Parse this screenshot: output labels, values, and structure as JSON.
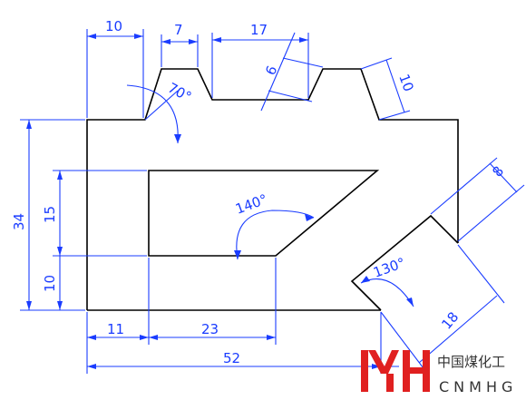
{
  "dimensions": {
    "d10_top": "10",
    "d7": "7",
    "d17": "17",
    "d6": "6",
    "d10_right": "10",
    "d70": "70°",
    "d34": "34",
    "d15": "15",
    "d10_left": "10",
    "d140": "140°",
    "d8": "8",
    "d130": "130°",
    "d18": "18",
    "d11": "11",
    "d23": "23",
    "d52": "52"
  },
  "logo": {
    "cn_text": "中国煤化工",
    "en_text": "CNMHG"
  },
  "colors": {
    "dimension": "#1a3cff",
    "outline": "#000000",
    "logo_red": "#e02020",
    "logo_text": "#333333"
  }
}
